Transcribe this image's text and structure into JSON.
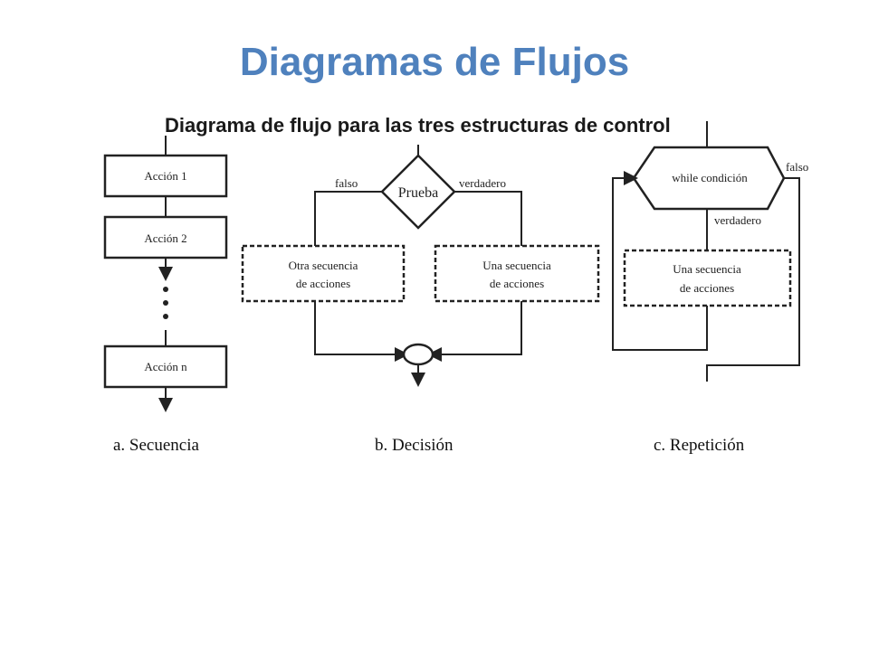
{
  "title": "Diagramas de Flujos",
  "figure": {
    "heading": "Diagrama de flujo para las tres estructuras de control",
    "sequence": {
      "actions": [
        "Acción 1",
        "Acción 2",
        "Acción n"
      ],
      "caption": "a. Secuencia"
    },
    "decision": {
      "test": "Prueba",
      "false_label": "falso",
      "true_label": "verdadero",
      "false_branch": [
        "Otra secuencia",
        "de acciones"
      ],
      "true_branch": [
        "Una secuencia",
        "de acciones"
      ],
      "caption": "b. Decisión"
    },
    "repetition": {
      "condition": "while condición",
      "false_label": "falso",
      "true_label": "verdadero",
      "body": [
        "Una secuencia",
        "de acciones"
      ],
      "caption": "c. Repetición"
    }
  }
}
